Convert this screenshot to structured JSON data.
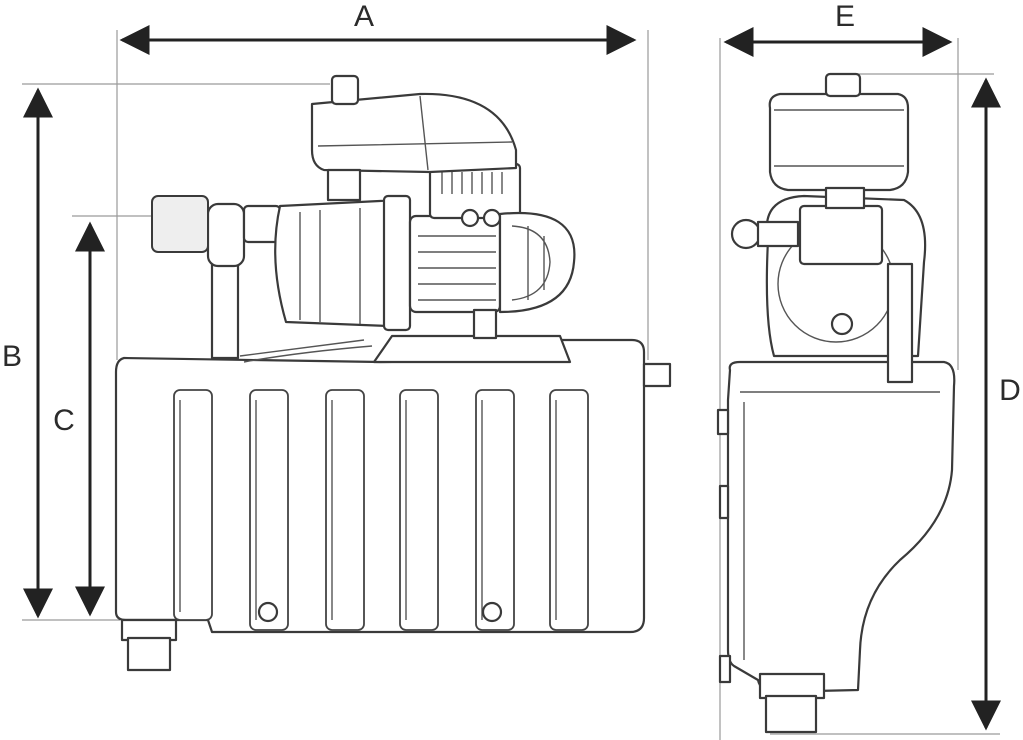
{
  "dimensions": {
    "A": "A",
    "B": "B",
    "C": "C",
    "D": "D",
    "E": "E"
  },
  "views": {
    "front": "front-view",
    "side": "side-view"
  }
}
